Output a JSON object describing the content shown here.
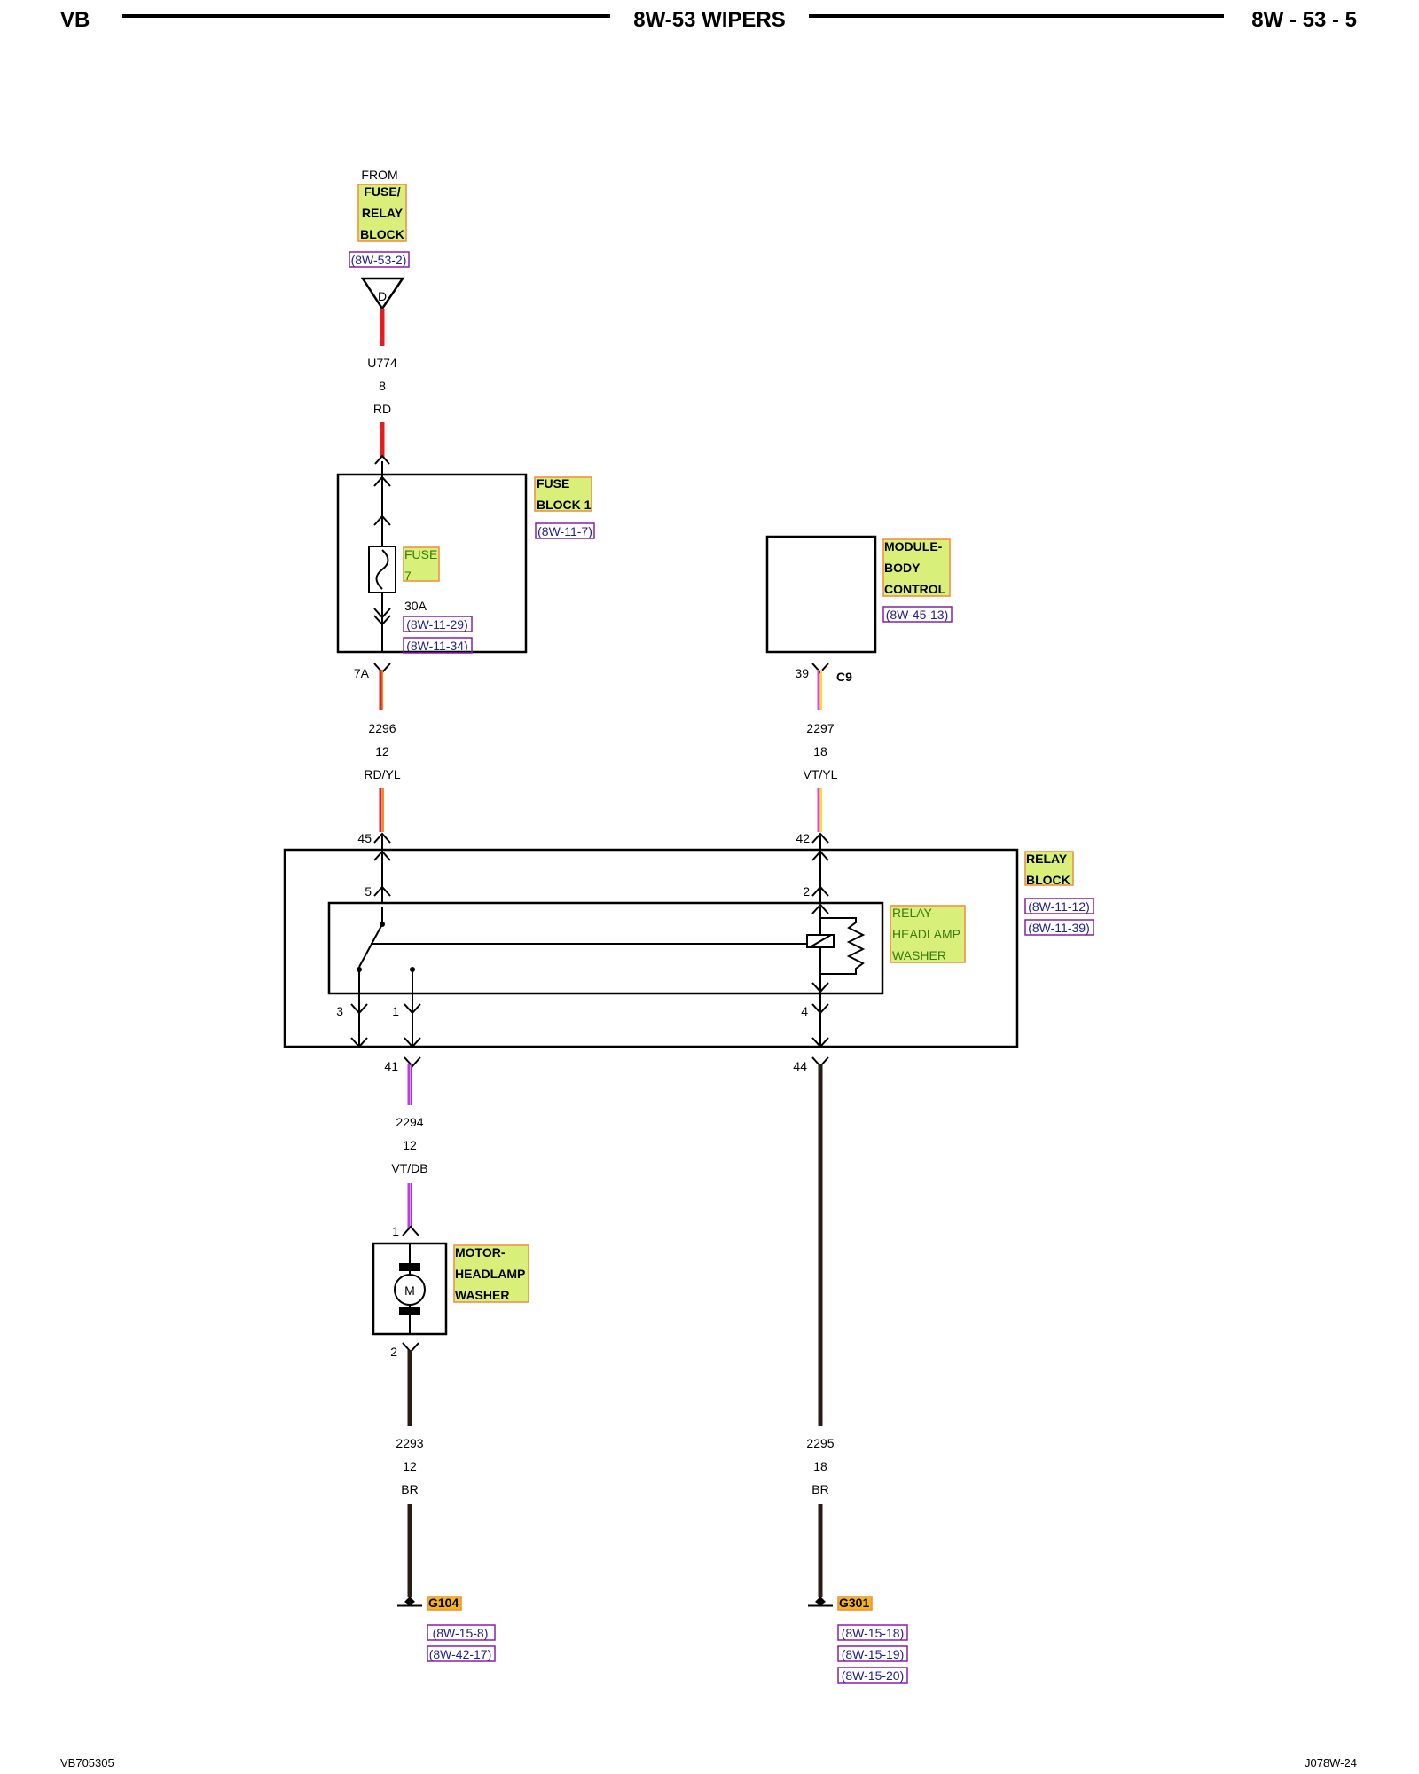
{
  "header": {
    "left": "VB",
    "center": "8W-53 WIPERS",
    "right": "8W - 53 - 5"
  },
  "footer": {
    "left": "VB705305",
    "right": "J078W-24"
  },
  "colors": {
    "red": "#e81c1c",
    "violet": "#c238d8",
    "pink": "#f03cc8",
    "orange": "#f58a22",
    "yellow": "#f2e41a",
    "brown": "#2a1c12",
    "highlight": "#d8f07a",
    "highlight_border": "#f28a3a",
    "ref_border": "#8a1fa8",
    "ref_text": "#1f1f8f"
  },
  "source": {
    "from": "FROM",
    "name": [
      "FUSE/",
      "RELAY",
      "BLOCK"
    ],
    "ref": "(8W-53-2)",
    "connector_letter": "D",
    "connector": "U774",
    "pin": "8",
    "wire_color": "RD"
  },
  "fuse_block": {
    "name": [
      "FUSE",
      "BLOCK 1"
    ],
    "ref": "(8W-11-7)",
    "fuse_name": [
      "FUSE",
      "7"
    ],
    "fuse_rating": "30A",
    "fuse_refs": [
      "(8W-11-29)",
      "(8W-11-34)"
    ],
    "out_pin": "7A"
  },
  "body_module": {
    "name": [
      "MODULE-",
      "BODY",
      "CONTROL"
    ],
    "ref": "(8W-45-13)",
    "pin": "39",
    "connector": "C9"
  },
  "wires": {
    "w2296": {
      "circuit": "2296",
      "gauge": "12",
      "color": "RD/YL"
    },
    "w2297": {
      "circuit": "2297",
      "gauge": "18",
      "color": "VT/YL"
    },
    "w2294": {
      "circuit": "2294",
      "gauge": "12",
      "color": "VT/DB"
    },
    "w2293": {
      "circuit": "2293",
      "gauge": "12",
      "color": "BR"
    },
    "w2295": {
      "circuit": "2295",
      "gauge": "18",
      "color": "BR"
    }
  },
  "relay_block": {
    "name": [
      "RELAY",
      "BLOCK"
    ],
    "refs": [
      "(8W-11-12)",
      "(8W-11-39)"
    ],
    "pin_45": "45",
    "pin_42": "42",
    "pin_41": "41",
    "pin_44": "44",
    "relay_name": [
      "RELAY-",
      "HEADLAMP",
      "WASHER"
    ],
    "relay_pin_5": "5",
    "relay_pin_2": "2",
    "relay_pin_3": "3",
    "relay_pin_1": "1",
    "relay_pin_4": "4"
  },
  "motor": {
    "name": [
      "MOTOR-",
      "HEADLAMP",
      "WASHER"
    ],
    "symbol": "M",
    "pin_in": "1",
    "pin_out": "2"
  },
  "grounds": {
    "g104": {
      "name": "G104",
      "refs": [
        "(8W-15-8)",
        "(8W-42-17)"
      ]
    },
    "g301": {
      "name": "G301",
      "refs": [
        "(8W-15-18)",
        "(8W-15-19)",
        "(8W-15-20)"
      ]
    }
  }
}
